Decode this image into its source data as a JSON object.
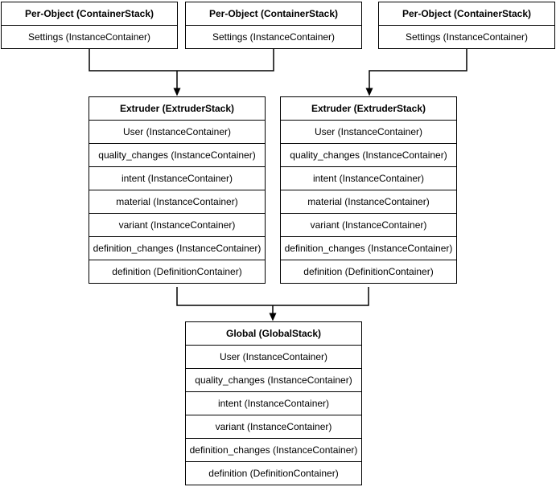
{
  "diagram": {
    "background_color": "#ffffff",
    "stroke_color": "#000000",
    "text_color": "#000000",
    "per_object_stack": {
      "title": "Per-Object (ContainerStack)",
      "rows": [
        "Settings (InstanceContainer)"
      ]
    },
    "extruder_stack": {
      "title": "Extruder (ExtruderStack)",
      "rows": [
        "User (InstanceContainer)",
        "quality_changes (InstanceContainer)",
        "intent (InstanceContainer)",
        "material (InstanceContainer)",
        "variant (InstanceContainer)",
        "definition_changes (InstanceContainer)",
        "definition (DefinitionContainer)"
      ]
    },
    "global_stack": {
      "title": "Global (GlobalStack)",
      "rows": [
        "User (InstanceContainer)",
        "quality_changes (InstanceContainer)",
        "intent (InstanceContainer)",
        "variant (InstanceContainer)",
        "definition_changes (InstanceContainer)",
        "definition (DefinitionContainer)"
      ]
    }
  }
}
